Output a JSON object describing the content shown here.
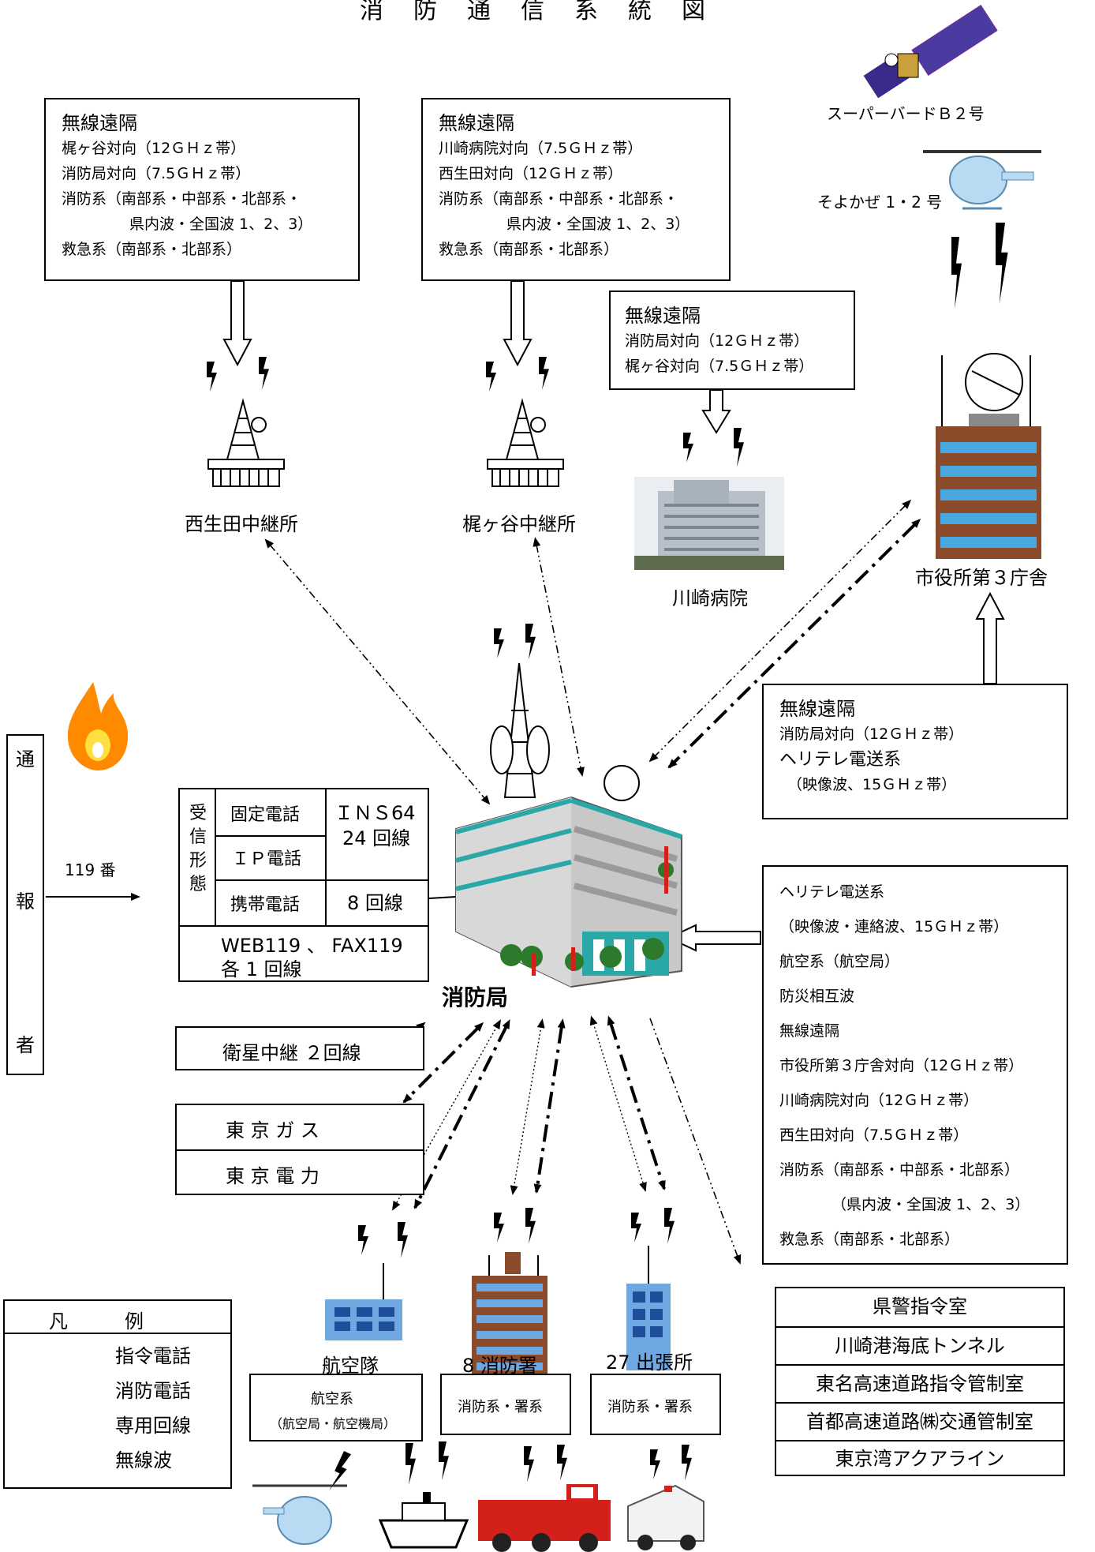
{
  "title": "消防通信系統図",
  "relay_left_box": {
    "heading": "無線遠隔",
    "lines": [
      "梶ヶ谷対向（12ＧＨｚ帯）",
      "消防局対向（7.5ＧＨｚ帯）",
      "消防系（南部系・中部系・北部系・",
      "県内波・全国波 1、2、3）",
      "救急系（南部系・北部系）"
    ]
  },
  "relay_mid_box": {
    "heading": "無線遠隔",
    "lines": [
      "川崎病院対向（7.5ＧＨｚ帯）",
      "西生田対向（12ＧＨｚ帯）",
      "消防系（南部系・中部系・北部系・",
      "県内波・全国波 1、2、3）",
      "救急系（南部系・北部系）"
    ]
  },
  "hospital_box": {
    "heading": "無線遠隔",
    "lines": [
      "消防局対向（12ＧＨｚ帯）",
      "梶ヶ谷対向（7.5ＧＨｚ帯）"
    ]
  },
  "cityhall_box": {
    "heading": "無線遠隔",
    "lines": [
      "消防局対向（12ＧＨｚ帯）",
      "ヘリテレ電送系",
      "（映像波、15ＧＨｚ帯）"
    ]
  },
  "right_box": {
    "lines": [
      "ヘリテレ電送系",
      "（映像波・連絡波、15ＧＨｚ帯）",
      "航空系（航空局）",
      "防災相互波",
      "無線遠隔",
      "市役所第３庁舎対向（12ＧＨｚ帯）",
      "川崎病院対向（12ＧＨｚ帯）",
      "西生田対向（7.5ＧＨｚ帯）",
      "消防系（南部系・中部系・北部系）",
      "（県内波・全国波 1、2、3）",
      "救急系（南部系・北部系）"
    ]
  },
  "labels": {
    "satellite": "スーパーバードＢ２号",
    "heli": "そよかぜ 1・2 号",
    "nishiikuta": "西生田中継所",
    "kajigaya": "梶ヶ谷中継所",
    "hospital": "川崎病院",
    "cityhall": "市役所第３庁舎",
    "hq": "消防局",
    "caller": [
      "通",
      "報",
      "者"
    ],
    "num119": "119 番",
    "aviation": "航空隊",
    "station8": "8 消防署",
    "branch27": "27 出張所"
  },
  "reception": {
    "side": "受信形態",
    "fixed": "固定電話",
    "ip": "ＩＰ電話",
    "mobile": "携帯電話",
    "ins_a": "ＩＮＳ64",
    "ins_b": "24 回線",
    "mobile_lines": "8 回線",
    "web_a": "WEB119 、 FAX119",
    "web_b": "各 1 回線"
  },
  "satellite_relay": "衛星中継 ２回線",
  "utilities": [
    "東 京 ガ ス",
    "東 京 電 力"
  ],
  "aviation_box": {
    "a": "航空系",
    "b": "（航空局・航空機局）"
  },
  "station_box": "消防系・署系",
  "branch_box": "消防系・署系",
  "legend": {
    "title": "凡　　　例",
    "items": [
      "指令電話",
      "消防電話",
      "専用回線",
      "無線波"
    ]
  },
  "agencies": [
    "県警指令室",
    "川崎港海底トンネル",
    "東名高速道路指令管制室",
    "首都高速道路㈱交通管制室",
    "東京湾アクアライン"
  ],
  "colors": {
    "teal": "#2aa8a8",
    "building_blue": "#3a6ec8",
    "brick": "#8b4a2a",
    "fire_red": "#d4201a",
    "flame_orange": "#ff8a00"
  }
}
